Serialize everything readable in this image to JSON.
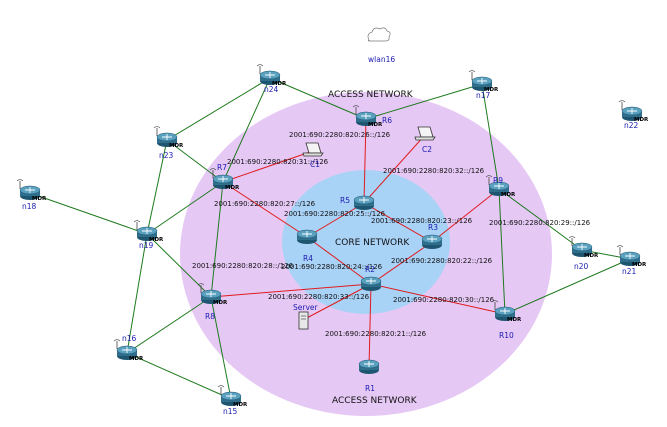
{
  "zones": {
    "access_top": "ACCESS NETWORK",
    "access_bottom": "ACCESS NETWORK",
    "core": "CORE NETWORK",
    "access_color": "#e6c8f5",
    "core_color": "#a9d2f7"
  },
  "wlan": {
    "label": "wlan16"
  },
  "colors": {
    "core_link": "#e01b1b",
    "access_link": "#1e7a1e",
    "name_text": "#1a1ab0",
    "router_body": "#2f6f8c"
  },
  "nodes": [
    {
      "id": "n24",
      "name": "n24",
      "badge": "MDR",
      "type": "router"
    },
    {
      "id": "R6",
      "name": "R6",
      "badge": "MDR",
      "type": "router"
    },
    {
      "id": "n17",
      "name": "n17",
      "badge": "MDR",
      "type": "router"
    },
    {
      "id": "n22",
      "name": "n22",
      "badge": "MDR",
      "type": "router"
    },
    {
      "id": "n23",
      "name": "n23",
      "badge": "MDR",
      "type": "router"
    },
    {
      "id": "R7",
      "name": "R7",
      "badge": "MDR",
      "type": "router"
    },
    {
      "id": "n18",
      "name": "n18",
      "badge": "MDR",
      "type": "router"
    },
    {
      "id": "n19",
      "name": "n19",
      "badge": "MDR",
      "type": "router"
    },
    {
      "id": "R9",
      "name": "R9",
      "badge": "MDR",
      "type": "router"
    },
    {
      "id": "n20",
      "name": "n20",
      "badge": "MDR",
      "type": "router"
    },
    {
      "id": "n21",
      "name": "n21",
      "badge": "MDR",
      "type": "router"
    },
    {
      "id": "R8",
      "name": "R8",
      "badge": "MDR",
      "type": "router"
    },
    {
      "id": "R10",
      "name": "R10",
      "badge": "MDR",
      "type": "router"
    },
    {
      "id": "n16",
      "name": "n16",
      "badge": "MDR",
      "type": "router"
    },
    {
      "id": "n15",
      "name": "n15",
      "badge": "MDR",
      "type": "router"
    },
    {
      "id": "R1",
      "name": "R1",
      "badge": "",
      "type": "router"
    },
    {
      "id": "R5",
      "name": "R5",
      "badge": "",
      "type": "router"
    },
    {
      "id": "R3",
      "name": "R3",
      "badge": "",
      "type": "router"
    },
    {
      "id": "R4",
      "name": "R4",
      "badge": "",
      "type": "router"
    },
    {
      "id": "R2",
      "name": "R2",
      "badge": "",
      "type": "router"
    },
    {
      "id": "C1",
      "name": "C1",
      "badge": "",
      "type": "laptop"
    },
    {
      "id": "C2",
      "name": "C2",
      "badge": "",
      "type": "laptop"
    },
    {
      "id": "Server",
      "name": "Server",
      "badge": "",
      "type": "server"
    }
  ],
  "links": [
    {
      "a": "R5",
      "b": "R6",
      "kind": "core"
    },
    {
      "a": "R5",
      "b": "C2",
      "kind": "core"
    },
    {
      "a": "R5",
      "b": "R4",
      "kind": "core"
    },
    {
      "a": "R5",
      "b": "R3",
      "kind": "core"
    },
    {
      "a": "R7",
      "b": "C1",
      "kind": "core"
    },
    {
      "a": "R7",
      "b": "R4",
      "kind": "core"
    },
    {
      "a": "R4",
      "b": "R2",
      "kind": "core"
    },
    {
      "a": "R3",
      "b": "R2",
      "kind": "core"
    },
    {
      "a": "R3",
      "b": "R9",
      "kind": "core"
    },
    {
      "a": "R2",
      "b": "R8",
      "kind": "core"
    },
    {
      "a": "R2",
      "b": "Server",
      "kind": "core"
    },
    {
      "a": "R2",
      "b": "R1",
      "kind": "core"
    },
    {
      "a": "R2",
      "b": "R10",
      "kind": "core"
    },
    {
      "a": "n24",
      "b": "R6",
      "kind": "access"
    },
    {
      "a": "n24",
      "b": "n23",
      "kind": "access"
    },
    {
      "a": "n24",
      "b": "R7",
      "kind": "access"
    },
    {
      "a": "R6",
      "b": "n17",
      "kind": "access"
    },
    {
      "a": "n17",
      "b": "R9",
      "kind": "access"
    },
    {
      "a": "n23",
      "b": "R7",
      "kind": "access"
    },
    {
      "a": "n23",
      "b": "n19",
      "kind": "access"
    },
    {
      "a": "R7",
      "b": "n19",
      "kind": "access"
    },
    {
      "a": "R7",
      "b": "R8",
      "kind": "access"
    },
    {
      "a": "n18",
      "b": "n19",
      "kind": "access"
    },
    {
      "a": "n19",
      "b": "R8",
      "kind": "access"
    },
    {
      "a": "n19",
      "b": "n16",
      "kind": "access"
    },
    {
      "a": "R9",
      "b": "n20",
      "kind": "access"
    },
    {
      "a": "R9",
      "b": "R10",
      "kind": "access"
    },
    {
      "a": "n20",
      "b": "n21",
      "kind": "access"
    },
    {
      "a": "R10",
      "b": "n21",
      "kind": "access"
    },
    {
      "a": "R8",
      "b": "n16",
      "kind": "access"
    },
    {
      "a": "R8",
      "b": "n15",
      "kind": "access"
    },
    {
      "a": "n16",
      "b": "n15",
      "kind": "access"
    }
  ],
  "subnets": [
    "2001:690:2280:820:26::/126",
    "2001:690:2280:820:31::/126",
    "2001:690:2280:820:32::/126",
    "2001:690:2280:820:27::/126",
    "2001:690:2280:820:25::/126",
    "2001:690:2280:820:23::/126",
    "2001:690:2280:820:29::/126",
    "2001:690:2280:820:28::/126",
    "2001:690:2280:820:24::/126",
    "2001:690:2280:820:22::/126",
    "2001:690:2280:820:33::/126",
    "2001:690:2280:820:30::/126",
    "2001:690:2280:820:21::/126"
  ]
}
